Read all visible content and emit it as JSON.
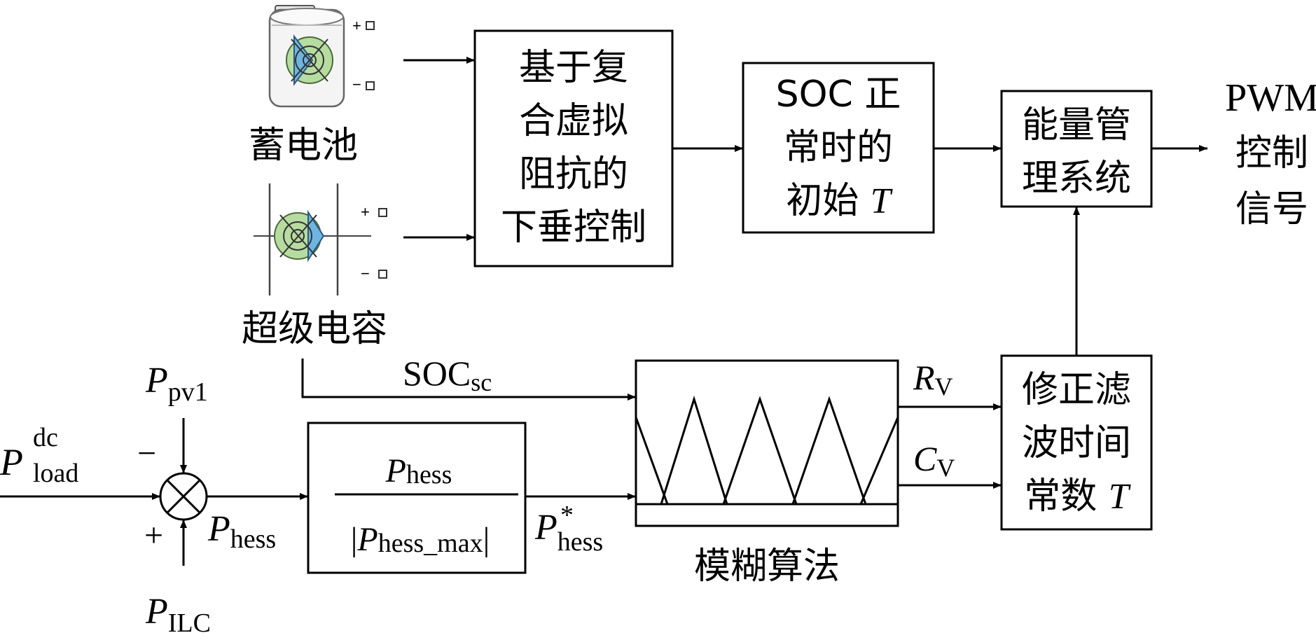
{
  "devices": {
    "battery_label": "蓄电池",
    "supercap_label": "超级电容",
    "plus": "+",
    "minus": "−"
  },
  "blocks": {
    "droop": [
      "基于复",
      "合虚拟",
      "阻抗的",
      "下垂控制"
    ],
    "soc_initial": [
      "SOC 正",
      "常时的",
      "初始 "
    ],
    "soc_initial_T": "T",
    "ems": [
      "能量管",
      "理系统"
    ],
    "correct": [
      "修正滤",
      "波时间",
      "常数 "
    ],
    "correct_T": "T",
    "fuzzy_label": "模糊算法"
  },
  "output": [
    "PWM",
    "控制",
    "信号"
  ],
  "signals": {
    "soc_sc_base": "SOC",
    "soc_sc_sub": "sc",
    "rv_base": "R",
    "rv_sub": "V",
    "cv_base": "C",
    "cv_sub": "V",
    "ppv_base": "P",
    "ppv_sub": "pv1",
    "pload_base": "P",
    "pload_sup": "dc",
    "pload_sub": "load",
    "pilc_base": "P",
    "pilc_sub": "ILC",
    "phess_base": "P",
    "phess_sub": "hess",
    "phess_star_sup": "*",
    "minus_sign": "−",
    "plus_sign": "+"
  },
  "normalize": {
    "num_base": "P",
    "num_sub": "hess",
    "den_open": "|",
    "den_base": "P",
    "den_sub": "hess_max",
    "den_close": "|"
  }
}
